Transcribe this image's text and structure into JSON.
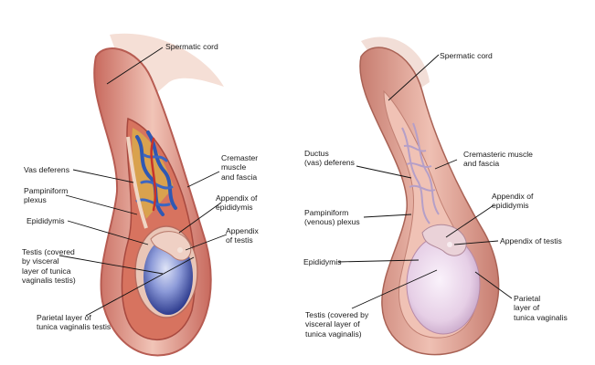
{
  "left_figure": {
    "labels": {
      "spermatic_cord": "Spermatic cord",
      "cremaster": "Cremaster\nmuscle\nand fascia",
      "vas_deferens": "Vas deferens",
      "pampiniform": "Pampiniform\nplexus",
      "appendix_epididymis": "Appendix of\nepididymis",
      "epididymis": "Epididymis",
      "appendix_testis": "Appendix\nof testis",
      "testis": "Testis (covered\nby visceral\nlayer of tunica\nvaginalis testis)",
      "parietal": "Parietal layer of\ntunica vaginalis testis"
    }
  },
  "right_figure": {
    "labels": {
      "spermatic_cord": "Spermatic cord",
      "ductus": "Ductus\n(vas) deferens",
      "cremasteric": "Cremasteric muscle\nand fascia",
      "pampiniform": "Pampiniform\n(venous) plexus",
      "appendix_epididymis": "Appendix of\nepididymis",
      "appendix_testis": "Appendix of testis",
      "epididymis": "Epididymis",
      "parietal": "Parietal\nlayer of\ntunica vaginalis",
      "testis": "Testis (covered by\nvisceral layer of\ntunica vaginalis)"
    }
  },
  "colors": {
    "skin": "#e8b3a6",
    "muscle": "#d9826f",
    "fat": "#d9a24e",
    "vein": "#2f58b3",
    "artery": "#c8322b",
    "testis": "#5a6fc0",
    "right_skin": "#e2a59a",
    "right_testis": "#e7d3e8"
  }
}
